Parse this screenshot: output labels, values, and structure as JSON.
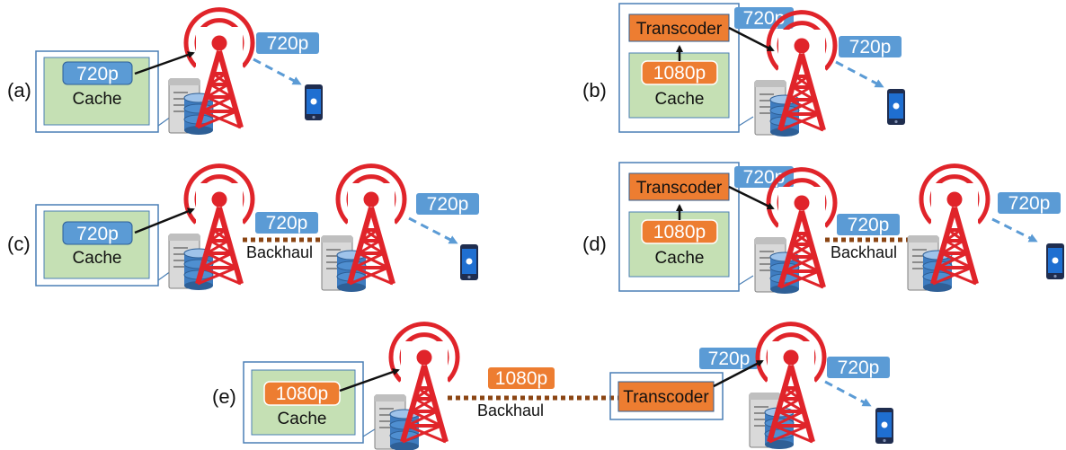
{
  "colors": {
    "blue_pill": "#5b9bd5",
    "orange_pill": "#ed7d31",
    "cache_fill": "#c5e0b4",
    "tower_red": "#e0242a",
    "frame_border": "#4a7fb5",
    "backhaul": "#8b4513",
    "phone": "#1f2d4f"
  },
  "icons": [
    "cell-tower-icon",
    "server-database-icon",
    "smartphone-icon"
  ],
  "panels": {
    "a": {
      "label": "(a)",
      "cache_label": "Cache",
      "cached_version": "720p",
      "delivered": "720p"
    },
    "b": {
      "label": "(b)",
      "cache_label": "Cache",
      "cached_version": "1080p",
      "transcoder_label": "Transcoder",
      "transcoded": "720p",
      "delivered": "720p"
    },
    "c": {
      "label": "(c)",
      "cache_label": "Cache",
      "cached_version": "720p",
      "backhaul_value": "720p",
      "backhaul_label": "Backhaul",
      "delivered": "720p"
    },
    "d": {
      "label": "(d)",
      "cache_label": "Cache",
      "cached_version": "1080p",
      "transcoder_label": "Transcoder",
      "transcoded": "720p",
      "backhaul_value": "720p",
      "backhaul_label": "Backhaul",
      "delivered": "720p"
    },
    "e": {
      "label": "(e)",
      "cache_label": "Cache",
      "cached_version": "1080p",
      "backhaul_value": "1080p",
      "backhaul_label": "Backhaul",
      "transcoder_label": "Transcoder",
      "transcoded": "720p",
      "delivered": "720p"
    }
  }
}
